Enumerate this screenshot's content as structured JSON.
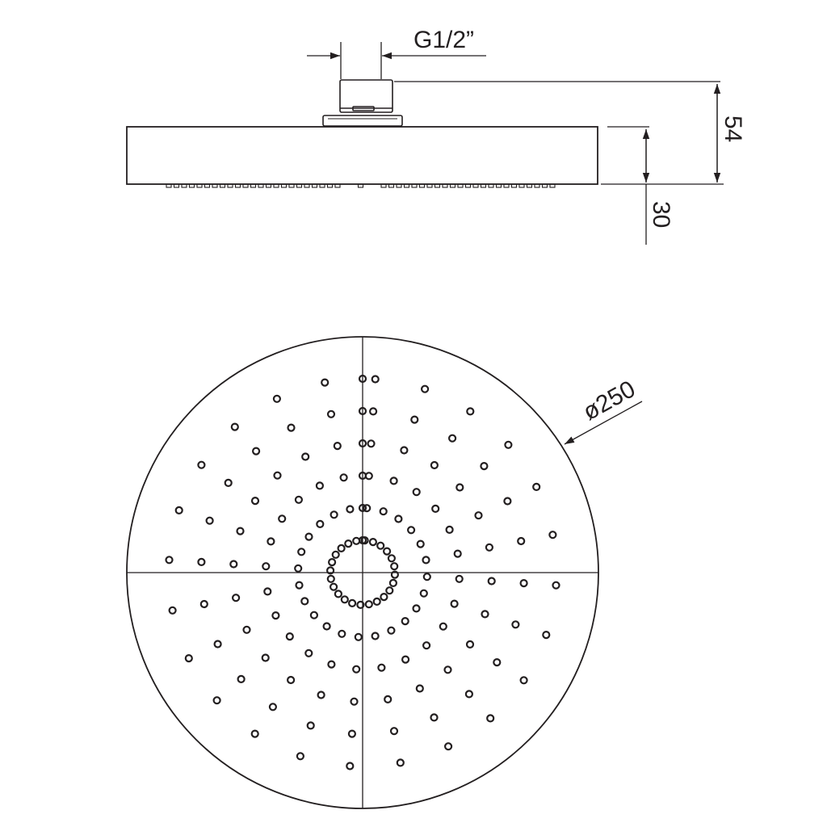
{
  "dimensions": {
    "thread": "G1/2”",
    "total_height": "54",
    "head_thickness": "30",
    "diameter": "ø250"
  },
  "colors": {
    "line": "#231f20",
    "background": "#ffffff"
  }
}
